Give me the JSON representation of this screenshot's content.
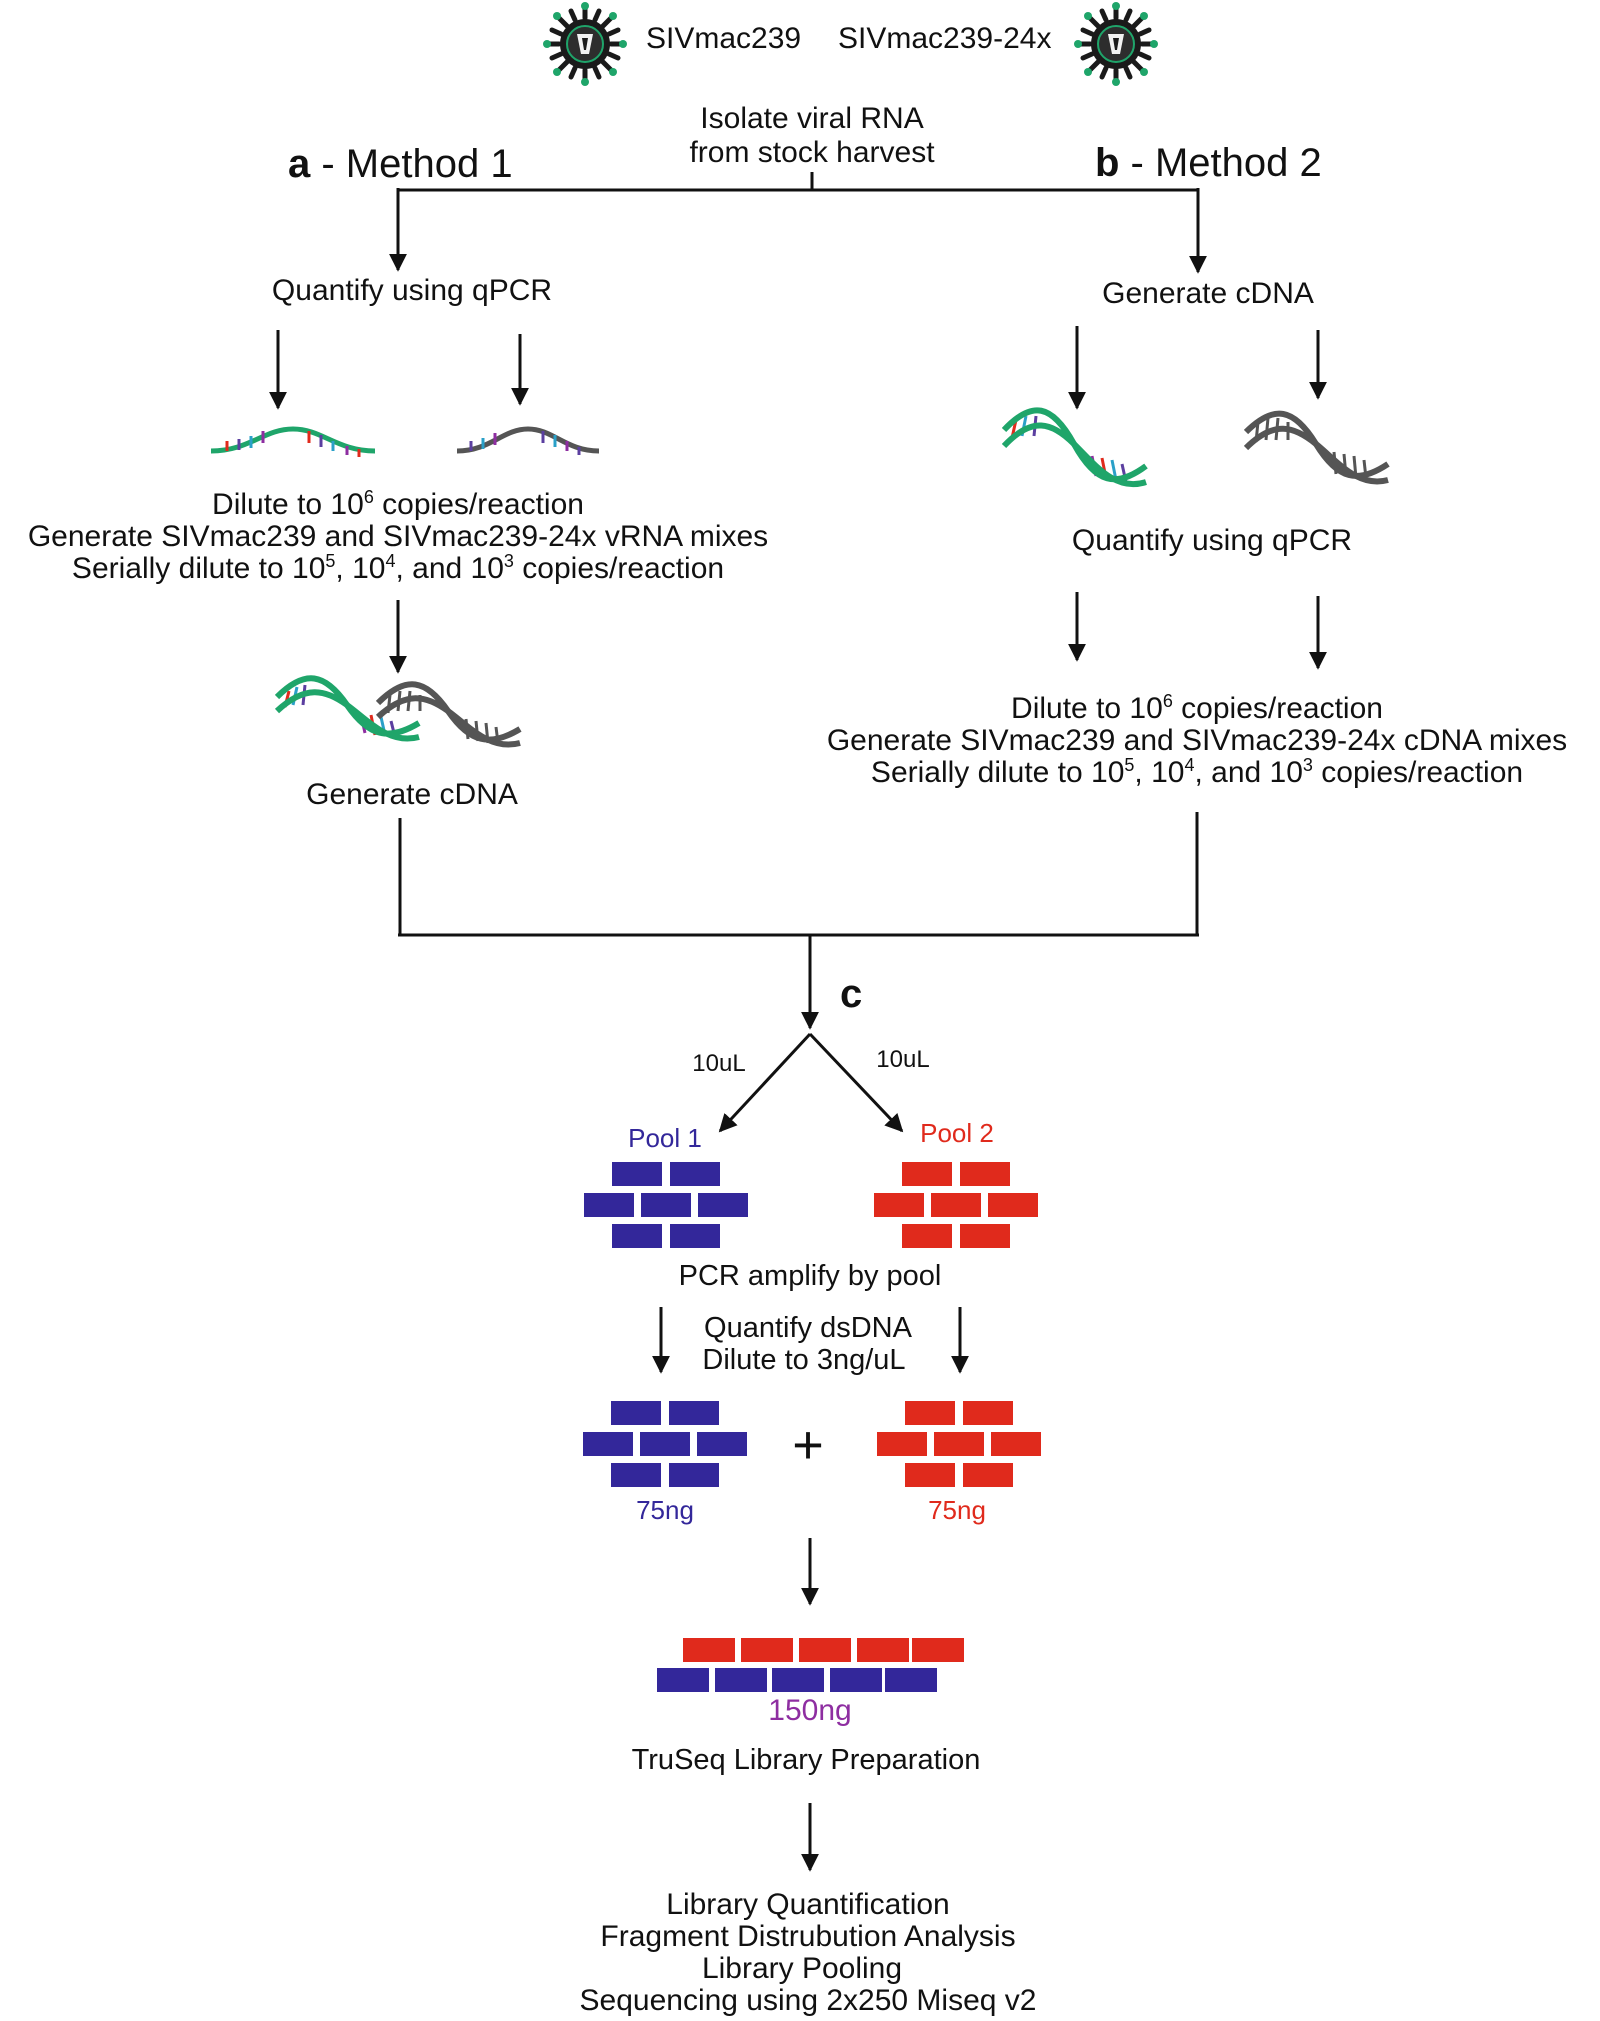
{
  "header": {
    "virus_left_label": "SIVmac239",
    "virus_right_label": "SIVmac239-24x",
    "isolate_line1": "Isolate viral RNA",
    "isolate_line2": "from stock harvest"
  },
  "method1": {
    "letter": "a",
    "title": " - Method 1",
    "quantify": "Quantify using qPCR",
    "dilute_a": "Dilute to 10",
    "dilute_exp": "6",
    "dilute_b": " copies/reaction",
    "mixes": "Generate SIVmac239 and SIVmac239-24x vRNA mixes",
    "serial_a": "Serially dilute to 10",
    "serial_e1": "5",
    "serial_b": ", 10",
    "serial_e2": "4",
    "serial_c": ", and 10",
    "serial_e3": "3",
    "serial_d": " copies/reaction",
    "generate_cdna": "Generate cDNA"
  },
  "method2": {
    "letter": "b",
    "title": " - Method 2",
    "generate_cdna": "Generate cDNA",
    "quantify": "Quantify using qPCR",
    "dilute_a": "Dilute to 10",
    "dilute_exp": "6",
    "dilute_b": " copies/reaction",
    "mixes": "Generate SIVmac239 and SIVmac239-24x cDNA mixes",
    "serial_a": "Serially dilute to 10",
    "serial_e1": "5",
    "serial_b": ", 10",
    "serial_e2": "4",
    "serial_c": ", and 10",
    "serial_e3": "3",
    "serial_d": " copies/reaction"
  },
  "pooling": {
    "letter": "c",
    "left_volume": "10uL",
    "right_volume": "10uL",
    "pool1": "Pool 1",
    "pool2": "Pool 2",
    "pcr": "PCR amplify by pool",
    "quantify_ds": "Quantify dsDNA",
    "dilute_ng": "Dilute to 3ng/uL",
    "plus": "+",
    "mass_left": "75ng",
    "mass_right": "75ng",
    "mass_total": "150ng",
    "truseq": "TruSeq Library Preparation"
  },
  "final_steps": [
    "Library Quantification",
    "Fragment Distrubution Analysis",
    "Library Pooling",
    "Sequencing using  2x250 Miseq v2"
  ],
  "colors": {
    "pool1": "#33279a",
    "pool2": "#e02a1c",
    "total": "#8e2ea1",
    "rna_green": "#1fa56a",
    "rna_gray": "#555555",
    "ink": "#111111"
  },
  "icons": {
    "virus": "virus-icon",
    "rna": "rna-strand-icon",
    "dna": "dna-helix-icon",
    "brick": "dna-fragment-brick-icon"
  }
}
